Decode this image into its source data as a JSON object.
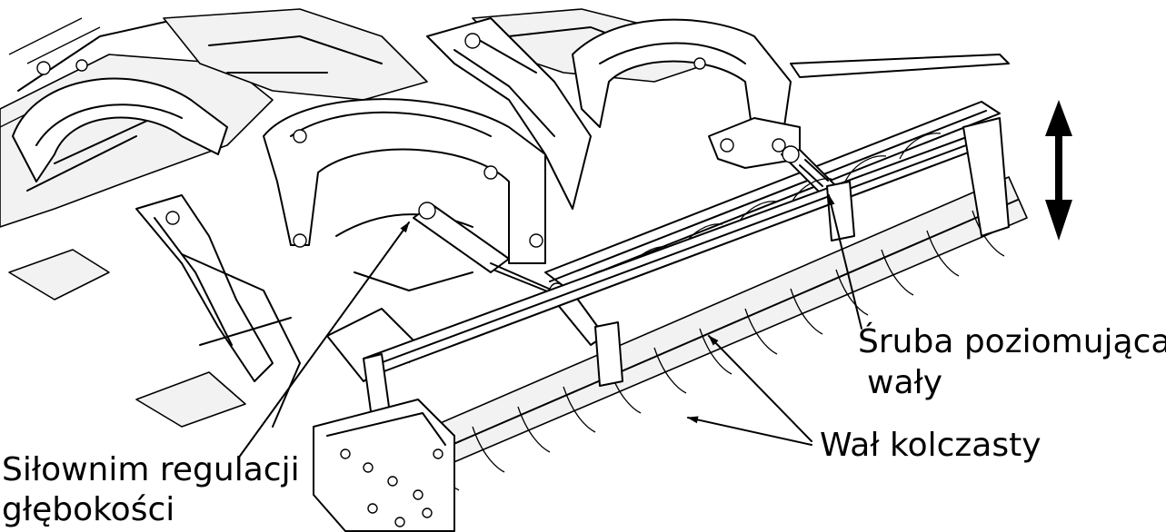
{
  "labels": {
    "cylinder_line1": "Siłownim regulacji",
    "cylinder_line2": "głębokości",
    "screw_line1": "Śruba poziomująca",
    "screw_line2": "wały",
    "roller": "Wał kolczasty"
  },
  "colors": {
    "ink": "#000000",
    "background": "#ffffff",
    "shade": "#f2f2f2"
  },
  "icons": {
    "adjustment": "double-headed-vertical-arrow"
  }
}
